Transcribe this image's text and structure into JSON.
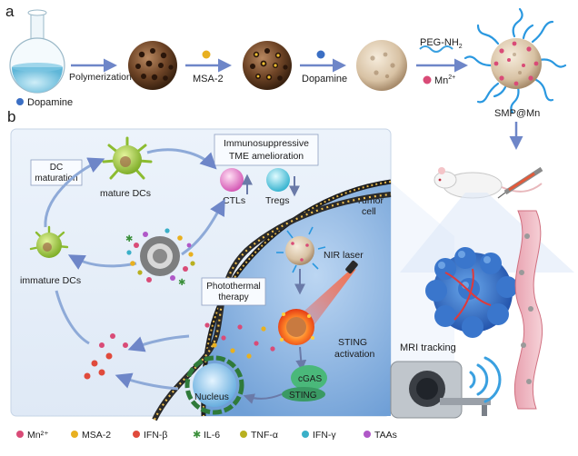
{
  "panel_a": {
    "letter": "a",
    "steps": [
      "Polymerization",
      "MSA-2",
      "Dopamine"
    ],
    "peg_label": "PEG-NH",
    "peg_subscript": "2",
    "mn_label": "Mn",
    "mn_superscript": "2+",
    "dopamine_legend": "Dopamine",
    "product": "SMP@Mn"
  },
  "panel_b": {
    "letter": "b",
    "tme_title_line1": "Immunosuppressive",
    "tme_title_line2": "TME amelioration",
    "ctls": "CTLs",
    "tregs": "Tregs",
    "dc_maturation_line1": "DC",
    "dc_maturation_line2": "maturation",
    "mature_dcs": "mature DCs",
    "immature_dcs": "immature DCs",
    "tumor_cell_line1": "Tumor",
    "tumor_cell_line2": "cell",
    "nir_laser": "NIR laser",
    "photothermal_line1": "Photothermal",
    "photothermal_line2": "therapy",
    "sting_activation_line1": "STING",
    "sting_activation_line2": "activation",
    "cgas": "cGAS",
    "sting": "STING",
    "nucleus": "Nucleus",
    "mri": "MRI tracking"
  },
  "legend": [
    {
      "label": "Mn²⁺",
      "color": "#d94b77"
    },
    {
      "label": "MSA-2",
      "color": "#e8b020"
    },
    {
      "label": "IFN-β",
      "color": "#e04a3c"
    },
    {
      "label": "IL-6",
      "color": "#3a8f3a"
    },
    {
      "label": "TNF-α",
      "color": "#b8b020"
    },
    {
      "label": "IFN-γ",
      "color": "#3ab0c8"
    },
    {
      "label": "TAAs",
      "color": "#b058c8"
    }
  ]
}
